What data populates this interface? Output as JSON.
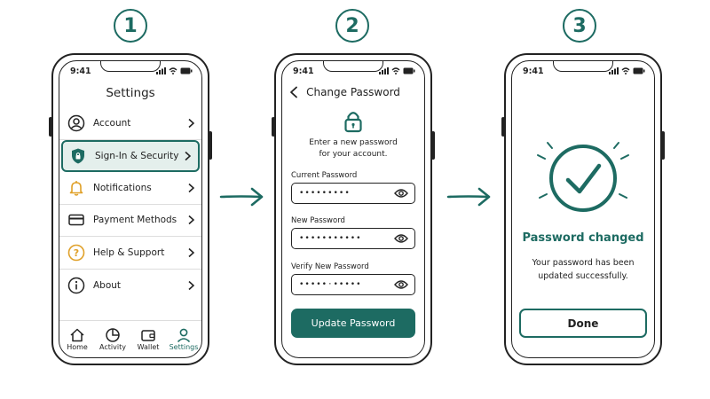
{
  "steps": [
    "1",
    "2",
    "3"
  ],
  "status_time": "9:41",
  "colors": {
    "accent": "#1d6b62",
    "active_bg": "#e4efec",
    "warning": "#e0a12a"
  },
  "settings_screen": {
    "title": "Settings",
    "items": [
      {
        "label": "Account",
        "icon": "user-circle-icon"
      },
      {
        "label": "Sign-In & Security",
        "icon": "shield-lock-icon",
        "active": true
      },
      {
        "label": "Notifications",
        "icon": "bell-icon"
      },
      {
        "label": "Payment Methods",
        "icon": "credit-card-icon"
      },
      {
        "label": "Help & Support",
        "icon": "question-icon"
      },
      {
        "label": "About",
        "icon": "info-icon"
      }
    ],
    "tabs": [
      {
        "label": "Home",
        "icon": "home-icon"
      },
      {
        "label": "Activity",
        "icon": "pie-chart-icon"
      },
      {
        "label": "Wallet",
        "icon": "wallet-icon"
      },
      {
        "label": "Settings",
        "icon": "person-icon",
        "active": true
      }
    ]
  },
  "change_password_screen": {
    "title": "Change Password",
    "description_line1": "Enter a new password",
    "description_line2": "for your account.",
    "fields": [
      {
        "label": "Current Password",
        "value": "•••••••••"
      },
      {
        "label": "New Password",
        "value": "•••••••••••"
      },
      {
        "label": "Verify New Password",
        "value": "•••••·•••••"
      }
    ],
    "submit_label": "Update Password"
  },
  "success_screen": {
    "title": "Password changed",
    "message_line1": "Your password has been",
    "message_line2": "updated successfully.",
    "done_label": "Done"
  }
}
